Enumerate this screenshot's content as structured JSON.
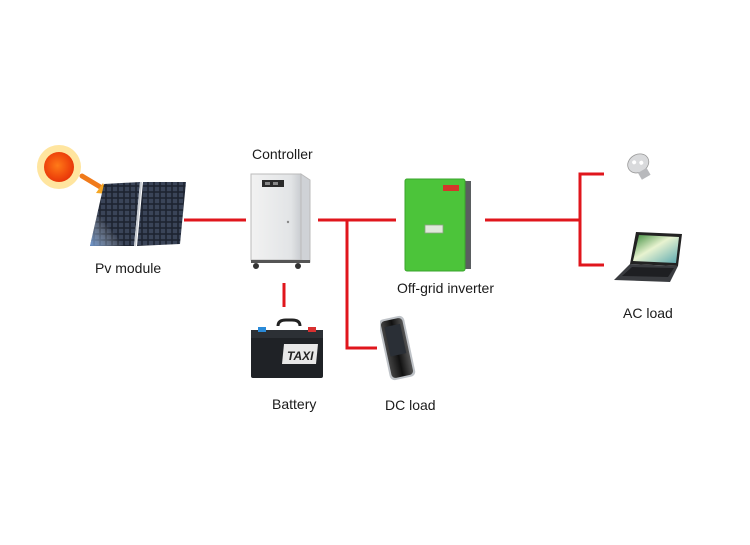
{
  "diagram": {
    "title": "Off-grid solar power system",
    "wire_color": "#e0161c",
    "nodes": [
      {
        "id": "pv",
        "label": "Pv module",
        "icon": "solar-panel-icon"
      },
      {
        "id": "sun",
        "label": "",
        "icon": "sun-icon"
      },
      {
        "id": "controller",
        "label": "Controller",
        "icon": "controller-cabinet-icon"
      },
      {
        "id": "battery",
        "label": "Battery",
        "icon": "battery-icon",
        "brand_text": "TAXI"
      },
      {
        "id": "dc_load",
        "label": "DC load",
        "icon": "mobile-phone-icon"
      },
      {
        "id": "inverter",
        "label": "Off-grid inverter",
        "icon": "inverter-icon"
      },
      {
        "id": "ac_load",
        "label": "AC load",
        "icon": "laptop-and-bulb-icon"
      }
    ],
    "edges": [
      {
        "from": "sun",
        "to": "pv"
      },
      {
        "from": "pv",
        "to": "controller"
      },
      {
        "from": "controller",
        "to": "battery"
      },
      {
        "from": "controller",
        "to": "inverter"
      },
      {
        "from": "controller",
        "to": "dc_load"
      },
      {
        "from": "inverter",
        "to": "ac_load"
      }
    ]
  }
}
